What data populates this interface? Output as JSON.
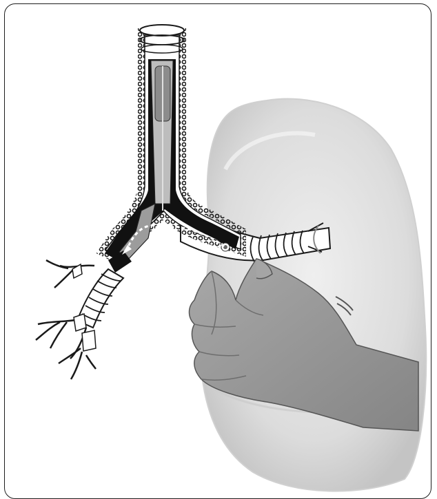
{
  "figure": {
    "description_visible_text": "",
    "colors": {
      "outline": "#1a1a1a",
      "lung_fill": "#e6e6e6",
      "lung_shade": "#cfcfcf",
      "hand_fill": "#9a9a9a",
      "tube_fill": "#8c8c8c",
      "dark_fill": "#111111",
      "dashed_path": "#ffffff"
    },
    "icons": [
      "trachea",
      "bronchus-rings",
      "endotracheal-tube",
      "blocker-cuff",
      "lung",
      "hand",
      "dashed-arrow"
    ]
  }
}
